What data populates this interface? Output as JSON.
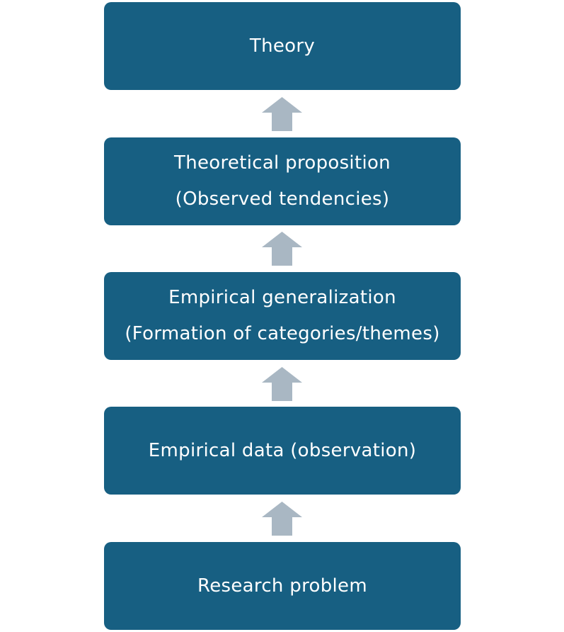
{
  "colors": {
    "box_fill": "#175f82",
    "box_text": "#ffffff",
    "arrow_fill": "#a9b7c3"
  },
  "diagram": {
    "type": "bottom-up flow",
    "steps": [
      {
        "line1": "Theory",
        "line2": ""
      },
      {
        "line1": "Theoretical proposition",
        "line2": "(Observed tendencies)"
      },
      {
        "line1": "Empirical generalization",
        "line2": "(Formation of categories/themes)"
      },
      {
        "line1": "Empirical data (observation)",
        "line2": ""
      },
      {
        "line1": "Research problem",
        "line2": ""
      }
    ],
    "connector_icon": "up-arrow-icon"
  }
}
